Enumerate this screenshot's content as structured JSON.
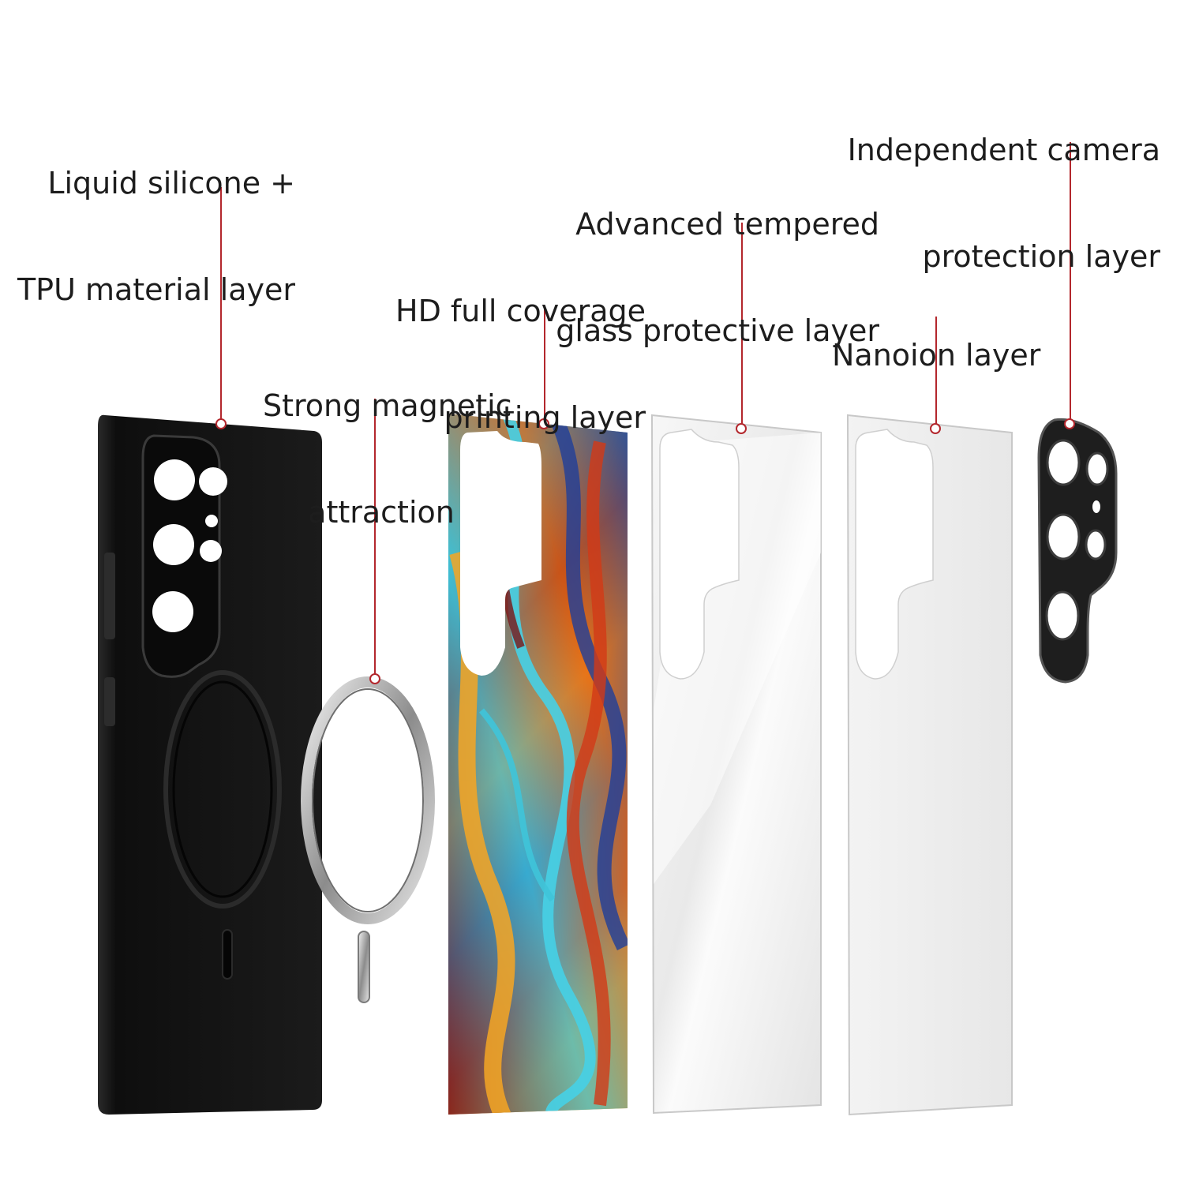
{
  "annotations": [
    {
      "id": "material",
      "lines": [
        "Liquid silicone +",
        "TPU material layer"
      ]
    },
    {
      "id": "magnetic",
      "lines": [
        "Strong magnetic",
        "attraction"
      ]
    },
    {
      "id": "printing",
      "lines": [
        "HD full coverage",
        "printing layer"
      ]
    },
    {
      "id": "glass",
      "lines": [
        "Advanced tempered",
        "glass protective layer"
      ]
    },
    {
      "id": "nanoion",
      "lines": [
        "Nanoion layer"
      ]
    },
    {
      "id": "camera",
      "lines": [
        "Independent camera",
        "protection layer"
      ]
    }
  ],
  "colors": {
    "leader": "#b3272d",
    "text": "#1d1d1d",
    "case": "#141414",
    "ring": "#c9c9c9"
  },
  "icons": [
    "phone-case",
    "magnetic-ring",
    "printed-panel",
    "glass-panel",
    "nanoion-film",
    "camera-protector"
  ]
}
